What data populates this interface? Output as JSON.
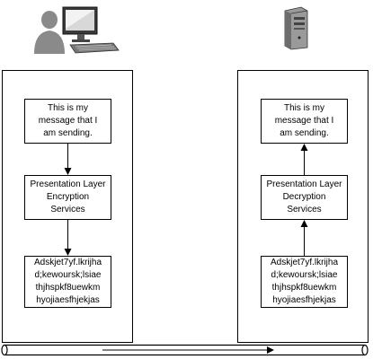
{
  "sender": {
    "icon": "computer-user-icon",
    "message": "This is my\nmessage that I\nam sending.",
    "service": "Presentation Layer\nEncryption\nServices",
    "ciphertext": "Adskjet7yf.lkrijha\nd;kewoursk;lsiae\nthjhspkf8uewkm\nhyojiaesfhjekjas"
  },
  "receiver": {
    "icon": "server-tower-icon",
    "message": "This is my\nmessage that I\nam sending.",
    "service": "Presentation Layer\nDecryption\nServices",
    "ciphertext": "Adskjet7yf.lkrijha\nd;kewoursk;lsiae\nthjhspkf8uewkm\nhyojiaesfhjekjas"
  },
  "network": {
    "icon": "network-pipe-icon",
    "direction": "left-to-right"
  }
}
